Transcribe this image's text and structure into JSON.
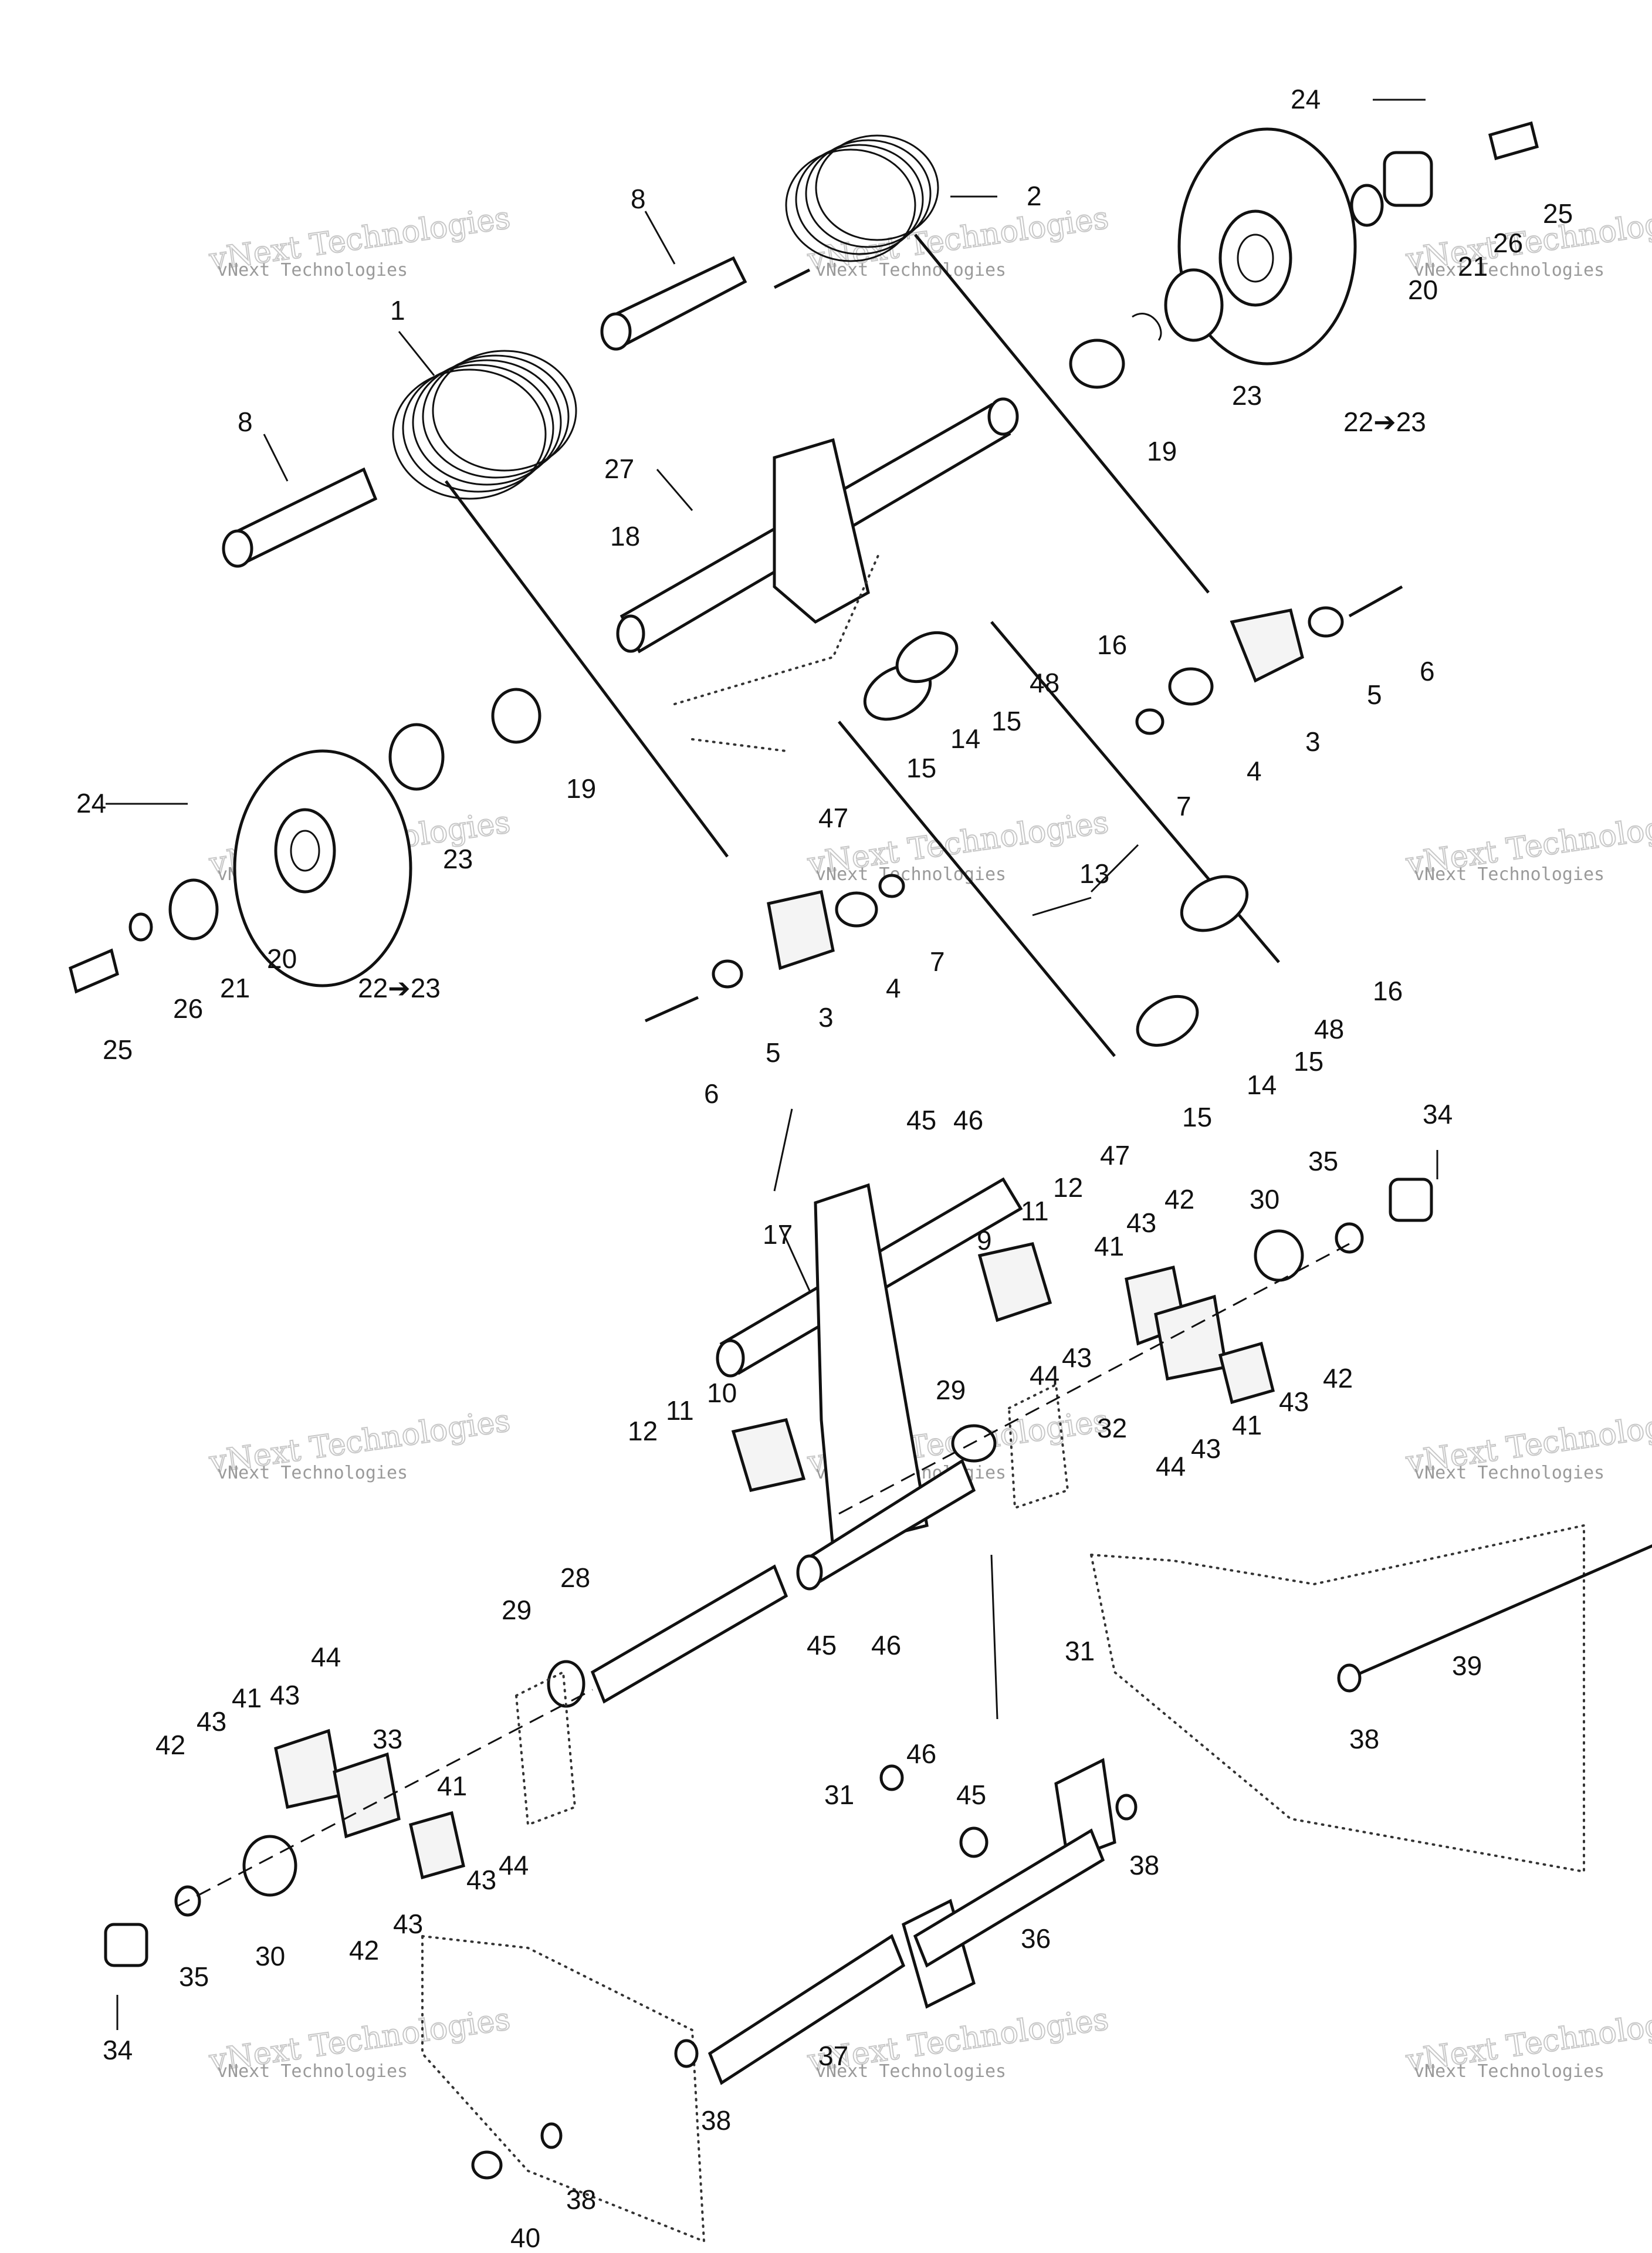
{
  "labels": {
    "l1": "1",
    "l2": "2",
    "l3a": "3",
    "l3b": "3",
    "l4a": "4",
    "l4b": "4",
    "l5a": "5",
    "l5b": "5",
    "l6a": "6",
    "l6b": "6",
    "l7a": "7",
    "l7b": "7",
    "l8a": "8",
    "l8b": "8",
    "l9": "9",
    "l10": "10",
    "l11a": "11",
    "l11b": "11",
    "l12a": "12",
    "l12b": "12",
    "l13": "13",
    "l14a": "14",
    "l14b": "14",
    "l15a": "15",
    "l15b": "15",
    "l15c": "15",
    "l15d": "15",
    "l16a": "16",
    "l16b": "16",
    "l17": "17",
    "l18": "18",
    "l19a": "19",
    "l19b": "19",
    "l20a": "20",
    "l20b": "20",
    "l21a": "21",
    "l21b": "21",
    "l22a": "22➔23",
    "l22b": "22➔23",
    "l23a": "23",
    "l23b": "23",
    "l24a": "24",
    "l24b": "24",
    "l25a": "25",
    "l25b": "25",
    "l26a": "26",
    "l26b": "26",
    "l27": "27",
    "l28": "28",
    "l29a": "29",
    "l29b": "29",
    "l30a": "30",
    "l30b": "30",
    "l31a": "31",
    "l31b": "31",
    "l32": "32",
    "l33": "33",
    "l34a": "34",
    "l34b": "34",
    "l35a": "35",
    "l35b": "35",
    "l36": "36",
    "l37": "37",
    "l38a": "38",
    "l38b": "38",
    "l38c": "38",
    "l38d": "38",
    "l39": "39",
    "l40": "40",
    "l41a": "41",
    "l41b": "41",
    "l41c": "41",
    "l41d": "41",
    "l42a": "42",
    "l42b": "42",
    "l42c": "42",
    "l42d": "42",
    "l43a": "43",
    "l43b": "43",
    "l43c": "43",
    "l43d": "43",
    "l43e": "43",
    "l43f": "43",
    "l43g": "43",
    "l43h": "43",
    "l44a": "44",
    "l44b": "44",
    "l44c": "44",
    "l44d": "44",
    "l45a": "45",
    "l45b": "45",
    "l45c": "45",
    "l46a": "46",
    "l46b": "46",
    "l46c": "46",
    "l47a": "47",
    "l47b": "47",
    "l48a": "48",
    "l48b": "48"
  },
  "watermark": {
    "line1": "vNext Technologies",
    "line2": "vNext Technologies"
  }
}
